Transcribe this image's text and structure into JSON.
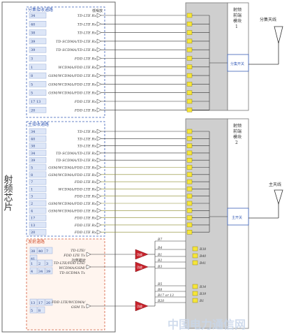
{
  "chip_label": "射频芯片",
  "diversity_group": {
    "title": "分集接收通路",
    "rows": [
      {
        "band": "34",
        "label": "TD-LTE Rx"
      },
      {
        "band": "40",
        "label": "TD-LTE Rx"
      },
      {
        "band": "38",
        "label": "TD-LTE Rx"
      },
      {
        "band": "39",
        "label": "TD-SCDMA/TD-LTE Rx"
      },
      {
        "band": "39",
        "label": "TD-SCDMA/TD-LTE Rx"
      },
      {
        "band": "3",
        "label": "FDD LTE Rx"
      },
      {
        "band": "1",
        "label": "WCDMA/FDD LTE Rx"
      },
      {
        "band": "8",
        "label": "GSM/WCDMA/FDD LTE Rx"
      },
      {
        "band": "5",
        "label": "GSM/WCDMA/FDD LTE Rx"
      },
      {
        "band": "5",
        "label": "GSM/WCDMA/FDD LTE Rx"
      },
      {
        "band": "17 13",
        "label": "FDD LTE Rx"
      },
      {
        "band": "20",
        "label": "FDD LTE Rx"
      }
    ]
  },
  "main_group": {
    "title": "主接收通路",
    "rows": [
      {
        "band": "34",
        "label": "TD-LTE Rx"
      },
      {
        "band": "40",
        "label": "TD-LTE Rx"
      },
      {
        "band": "38",
        "label": "TD-LTE Rx"
      },
      {
        "band": "34",
        "label": "TD-SCDMA/TD-LTE Rx"
      },
      {
        "band": "39",
        "label": "TD-SCDMA/TD-LTE Rx"
      },
      {
        "band": "5",
        "label": "GSM/WCDMA/FDD LTE Rx"
      },
      {
        "band": "8",
        "label": "GSM/WCDMA/FDD LTE Rx"
      },
      {
        "band": "7",
        "label": "FDD LTE Rx"
      },
      {
        "band": "1",
        "label": "WCDMA/FDD LTE Rx"
      },
      {
        "band": "3",
        "label": "FDD LTE Rx"
      },
      {
        "band": "2",
        "label": "GSM/WCDMA/FDD LTE Rx"
      },
      {
        "band": "4",
        "label": "GSM/WCDMA/FDD LTE Rx"
      },
      {
        "band": "17",
        "label": "FDD LTE Rx"
      },
      {
        "band": "13",
        "label": "FDD LTE Rx"
      },
      {
        "band": "20",
        "label": "FDD LTE Rx"
      }
    ]
  },
  "tx_group": {
    "title": "发射通路",
    "blocks": [
      {
        "bands": [
          "38",
          "40",
          "7",
          "41"
        ],
        "label1": "TD-LTE/",
        "label2": "FDD LTE Tx",
        "label3": "功放驱动"
      },
      {
        "bands": [
          "1",
          "2",
          "3",
          "4",
          "34",
          "39"
        ],
        "label1": "TD-LTE/FDD LTE/",
        "label2": "WCDMA/GSM/",
        "label3": "TD-SCDMA Tx"
      },
      {
        "bands": [
          "13",
          "17",
          "20",
          "5",
          "8"
        ],
        "label1": "FDD LTE/WCDMA/",
        "label2": "GSM Tx",
        "label3": ""
      }
    ],
    "pa_label": "功放"
  },
  "div_module": {
    "line1": "射频",
    "line2": "前端",
    "line3": "模块",
    "line4": "1",
    "switch_label": "分集开关"
  },
  "main_module": {
    "line1": "射频",
    "line2": "前端",
    "line3": "模块",
    "line4": "2",
    "switch_label": "主开关"
  },
  "div_antenna_label": "分集天线",
  "main_antenna_label": "主天线",
  "small_label": "低噪放",
  "band_tags": [
    "B7",
    "B4",
    "B1",
    "B2",
    "B3",
    "B5",
    "B8",
    "B17 or 13",
    "B20"
  ],
  "right_tags": [
    "B38",
    "B40",
    "B41",
    "B34",
    "B39",
    "B1"
  ],
  "watermark": "中国电力通信网"
}
